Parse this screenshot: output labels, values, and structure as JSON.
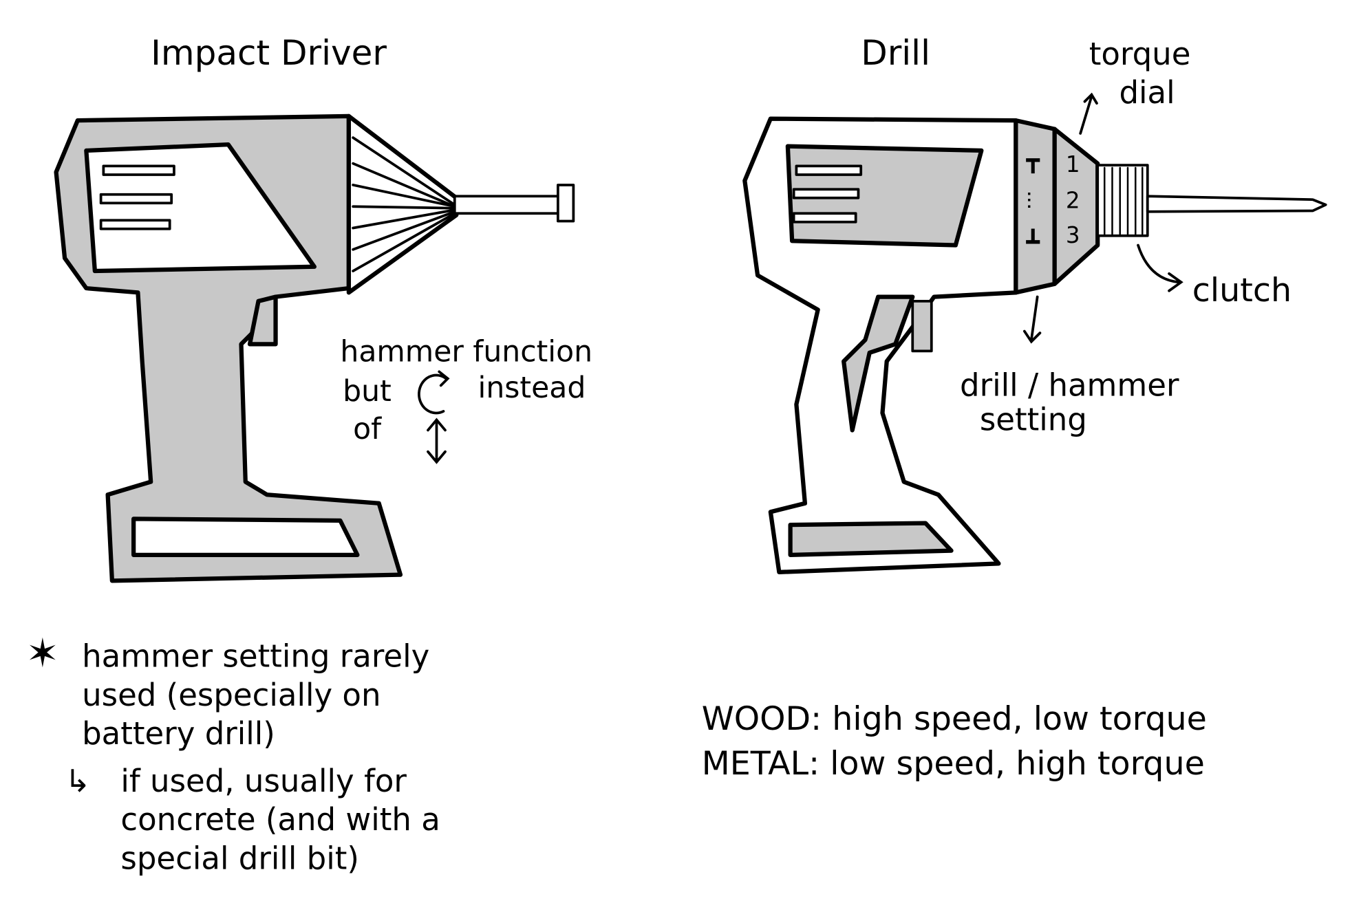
{
  "impact_driver": {
    "title": "Impact Driver",
    "annotation": [
      "hammer function",
      "but",
      "instead",
      "of"
    ],
    "note": [
      "hammer setting rarely",
      "used (especially on",
      "battery drill)",
      "if used, usually for",
      "concrete (and with a",
      "special drill bit)"
    ]
  },
  "drill": {
    "title": "Drill",
    "torque_dial_label": [
      "torque",
      "dial"
    ],
    "clutch_label": "clutch",
    "setting_label": [
      "drill / hammer",
      "setting"
    ],
    "dial_numbers": [
      "1",
      "2",
      "3"
    ],
    "speed_notes": [
      "WOOD:  high speed,  low torque",
      "METAL:  low speed,  high torque"
    ]
  },
  "colors": {
    "fill_gray": "#c8c8c8",
    "ink": "#000000"
  }
}
